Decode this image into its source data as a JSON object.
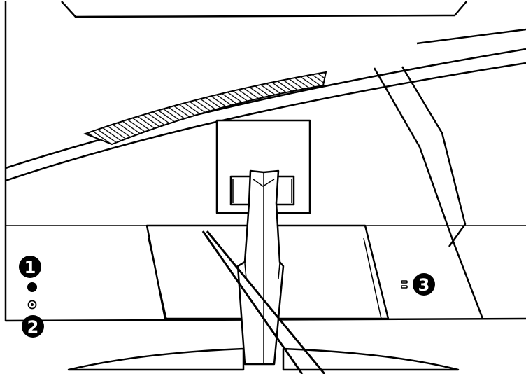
{
  "callouts": [
    {
      "number": "1",
      "target": "joystick-button"
    },
    {
      "number": "2",
      "target": "power-button"
    },
    {
      "number": "3",
      "target": "kensington-lock"
    }
  ],
  "colors": {
    "line": "#000000",
    "fill": "#ffffff",
    "callout_fill": "#000000",
    "callout_text": "#ffffff"
  }
}
